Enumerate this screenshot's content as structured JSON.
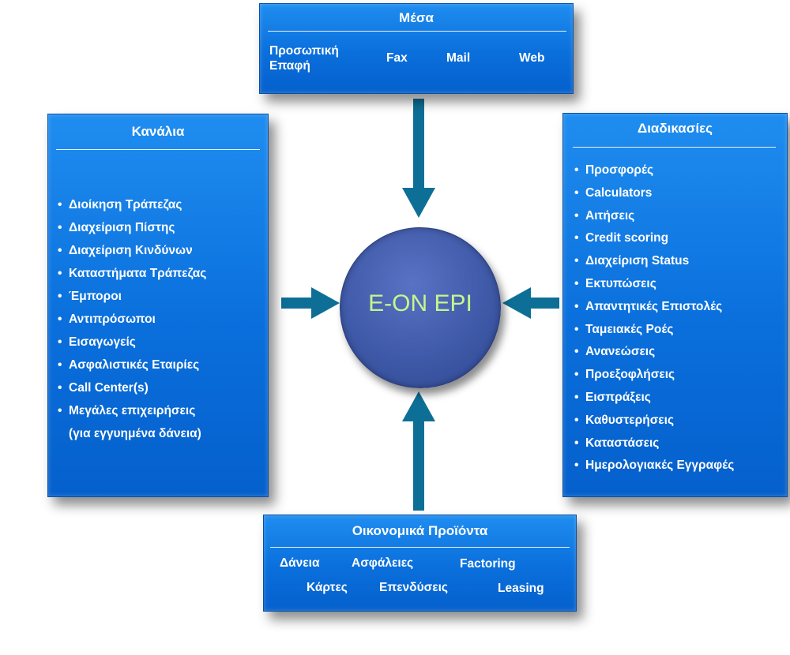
{
  "center": {
    "label": "E-ON EPI"
  },
  "media": {
    "title": "Μέσα",
    "items": [
      "Προσωπική\nΕπαφή",
      "Fax",
      "Mail",
      "Web"
    ]
  },
  "channels": {
    "title": "Κανάλια",
    "items": [
      "Διοίκηση Τράπεζας",
      "Διαχείριση Πίστης",
      "Διαχείριση Κινδύνων",
      "Καταστήματα Τράπεζας",
      "Έμποροι",
      "Αντιπρόσωποι",
      "Εισαγωγείς",
      "Ασφαλιστικές Εταιρίες",
      "Call Center(s)",
      "Μεγάλες επιχειρήσεις",
      "(για εγγυημένα δάνεια)"
    ]
  },
  "processes": {
    "title": "Διαδικασίες",
    "items": [
      "Προσφορές",
      "Calculators",
      "Αιτήσεις",
      "Credit scoring",
      "Διαχείριση Status",
      "Εκτυπώσεις",
      "Απαντητικές Επιστολές",
      "Ταμειακές Ροές",
      "Ανανεώσεις",
      "Προεξοφλήσεις",
      "Εισπράξεις",
      "Καθυστερήσεις",
      "Καταστάσεις",
      "Ημερολογιακές Εγγραφές"
    ]
  },
  "products": {
    "title": "Οικονομικά Προϊόντα",
    "items": [
      "Δάνεια",
      "Ασφάλειες",
      "Factoring",
      "Κάρτες",
      "Επενδύσεις",
      "Leasing"
    ]
  },
  "colors": {
    "panel": "#0a6fdc",
    "arrow": "#0e6f96",
    "circle": "#3f5aa8",
    "center_text": "#c6f58c"
  }
}
